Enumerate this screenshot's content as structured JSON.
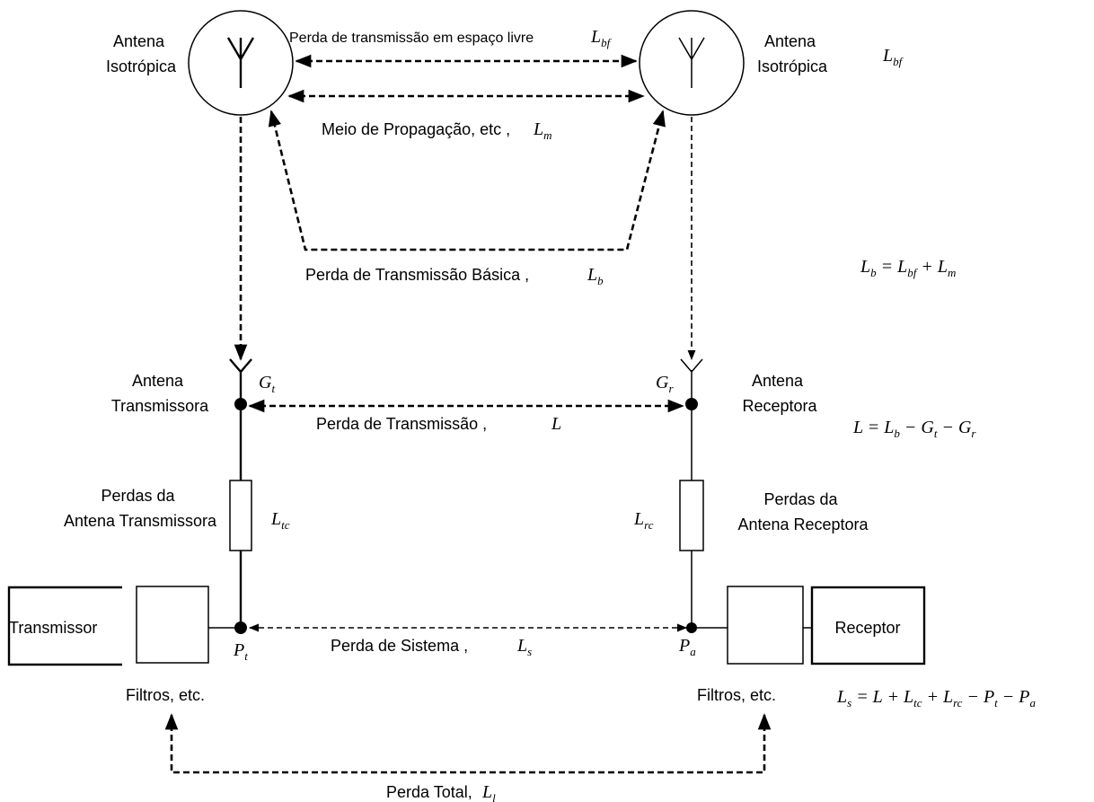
{
  "labels": {
    "iso_tx": [
      "Antena",
      "Isotrópica"
    ],
    "iso_rx": [
      "Antena",
      "Isotrópica"
    ],
    "free_space": "Perda de transmissão em espaço livre",
    "medium": "Meio de Propagação, etc ,",
    "basic": "Perda de Transmissão Básica ,",
    "tx_antenna": [
      "Antena",
      "Transmissora"
    ],
    "rx_antenna": [
      "Antena",
      "Receptora"
    ],
    "transmission": "Perda de Transmissão ,",
    "tx_losses": [
      "Perdas da",
      "Antena Transmissora"
    ],
    "rx_losses": [
      "Perdas da",
      "Antena Receptora"
    ],
    "transmitter": "Transmissor",
    "receiver": "Receptor",
    "system": "Perda de Sistema ,",
    "filters_tx": "Filtros, etc.",
    "filters_rx": "Filtros, etc.",
    "total": "Perda Total,"
  },
  "symbols": {
    "L_bf": {
      "base": "L",
      "sub": "bf"
    },
    "L_m": {
      "base": "L",
      "sub": "m"
    },
    "L_b": {
      "base": "L",
      "sub": "b"
    },
    "L": {
      "base": "L"
    },
    "G_t": {
      "base": "G",
      "sub": "t"
    },
    "G_r": {
      "base": "G",
      "sub": "r"
    },
    "L_tc": {
      "base": "L",
      "sub": "tc"
    },
    "L_rc": {
      "base": "L",
      "sub": "rc"
    },
    "P_t": {
      "base": "P",
      "sub": "t"
    },
    "P_a": {
      "base": "P",
      "sub": "a"
    },
    "L_s": {
      "base": "L",
      "sub": "s"
    },
    "L_l": {
      "base": "L",
      "sub": "l"
    }
  },
  "equations": {
    "Lb": "L_b = L_bf + L_m",
    "L": "L = L_b − G_t − G_r",
    "Ls": "L_s = L + L_tc + L_rc − P_t − P_a"
  }
}
